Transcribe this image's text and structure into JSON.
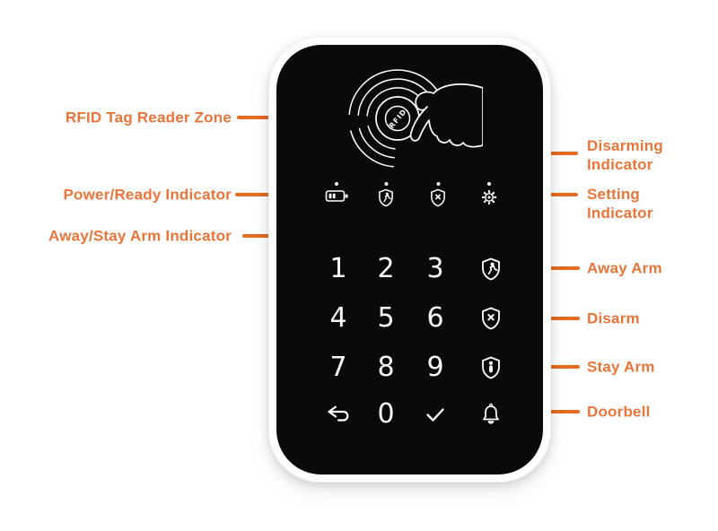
{
  "colors": {
    "accent_text": "#EC7438",
    "accent_line": "#E66A20",
    "device_face": "#0A0A0A",
    "device_shell": "#FFFFFF",
    "icon_color": "#FFFFFF"
  },
  "annotations": {
    "rfid_zone": "RFID Tag Reader Zone",
    "power_ready": "Power/Ready Indicator",
    "away_stay": "Away/Stay Arm Indicator",
    "disarming": "Disarming Indicator",
    "setting": "Setting Indicator",
    "away_arm": "Away Arm",
    "disarm": "Disarm",
    "stay_arm": "Stay Arm",
    "doorbell": "Doorbell"
  },
  "device": {
    "rfid_tag_label": "RFID",
    "indicator_icons": [
      "battery-icon",
      "away-stay-shield-icon",
      "disarm-shield-icon",
      "gear-icon"
    ],
    "keypad_digits": [
      "1",
      "2",
      "3",
      "4",
      "5",
      "6",
      "7",
      "8",
      "9",
      "0"
    ],
    "keypad_action_icons": [
      "away-arm-shield-icon",
      "disarm-shield-icon",
      "stay-arm-shield-icon",
      "back-arrow-icon",
      "check-icon",
      "bell-icon"
    ]
  }
}
